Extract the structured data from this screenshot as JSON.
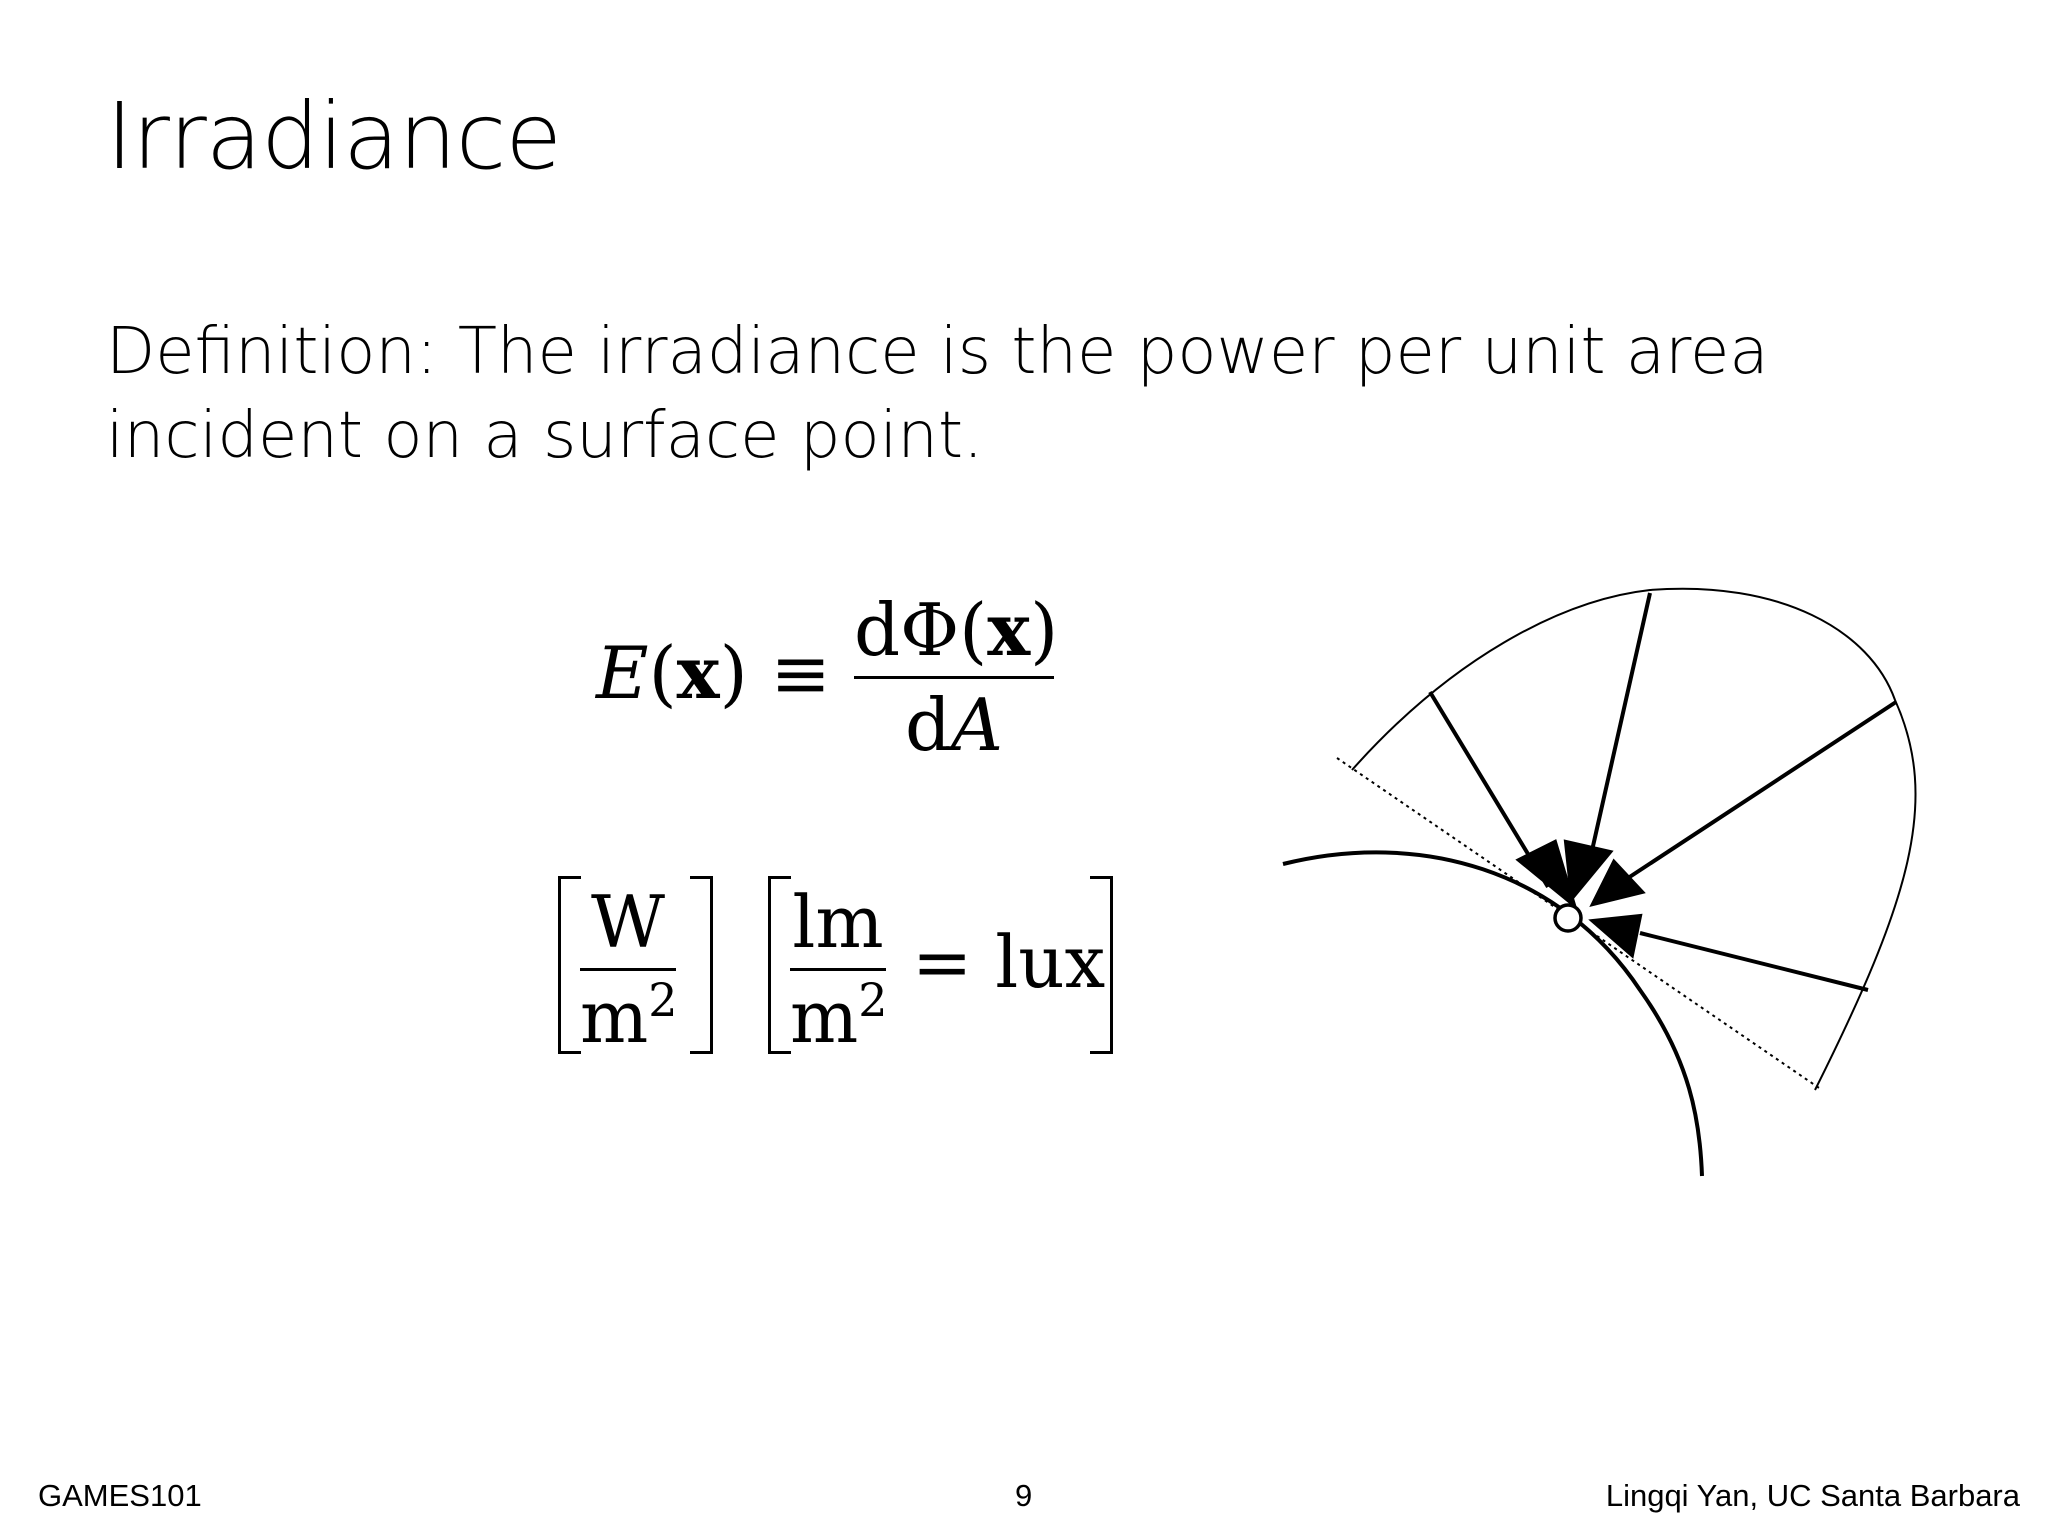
{
  "slide": {
    "title": "Irradiance",
    "definition": "Definition: The irradiance is the power per unit area incident on a surface point."
  },
  "equation": {
    "lhs_var": "E",
    "lhs_arg_open": "(",
    "lhs_arg": "x",
    "lhs_arg_close": ")",
    "relation": "≡",
    "num_d": "d",
    "num_phi": "Φ(",
    "num_arg": "x",
    "num_close": ")",
    "den_d": "d",
    "den_var": "A"
  },
  "units": {
    "unit1_num": "W",
    "unit1_den": "m",
    "unit1_exp": "2",
    "unit2_num": "lm",
    "unit2_den": "m",
    "unit2_exp": "2",
    "unit2_equals": "= lux"
  },
  "footer": {
    "left": "GAMES101",
    "center": "9",
    "right": "Lingqi Yan, UC Santa Barbara"
  },
  "colors": {
    "background": "#ffffff",
    "ink": "#000000"
  }
}
